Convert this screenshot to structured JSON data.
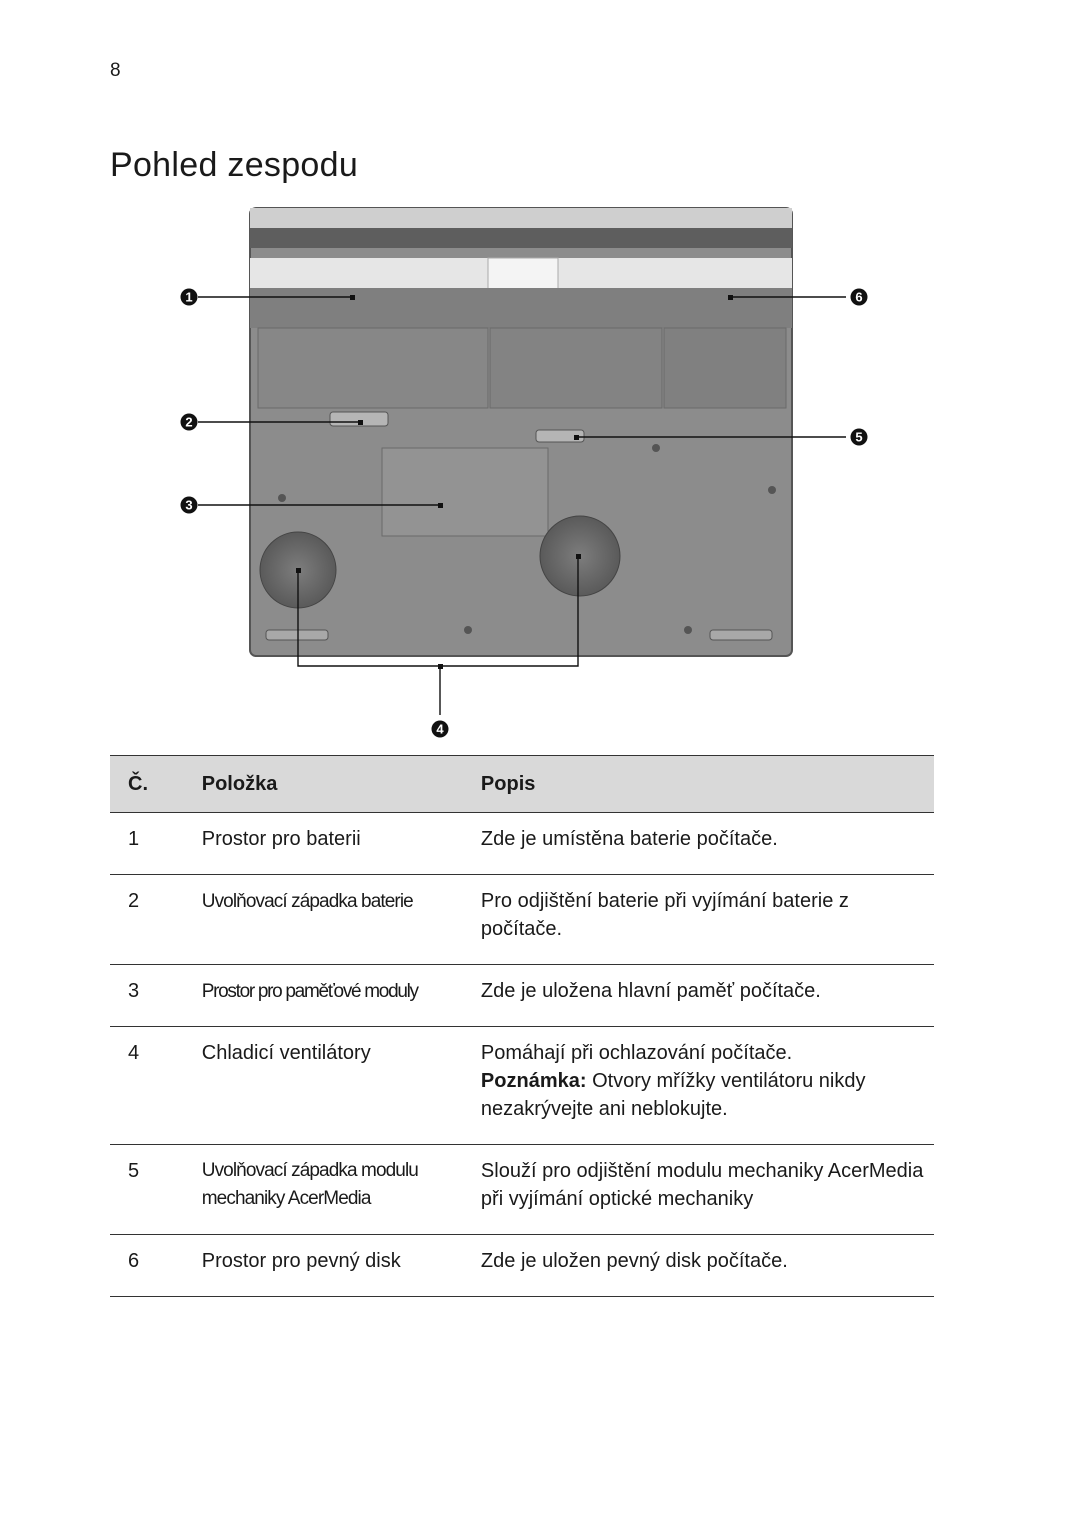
{
  "page": {
    "number": "8",
    "title": "Pohled  zespodu"
  },
  "figure": {
    "callouts": [
      "1",
      "2",
      "3",
      "4",
      "5",
      "6"
    ]
  },
  "table": {
    "headers": {
      "num": "Č.",
      "item": "Položka",
      "desc": "Popis"
    },
    "rows": [
      {
        "num": "1",
        "item": "Prostor pro baterii",
        "desc": "Zde je umístěna baterie počítače."
      },
      {
        "num": "2",
        "item": "Uvolňovací západka baterie",
        "desc": "Pro odjištění baterie při vyjímání baterie z počítače."
      },
      {
        "num": "3",
        "item": "Prostor pro paměťové moduly",
        "desc": "Zde je uložena hlavní paměť počítače."
      },
      {
        "num": "4",
        "item": "Chladicí  ventilátory",
        "desc": "Pomáhají při ochlazování počítače.",
        "note_label": "Poznámka:",
        "note": " Otvory mřížky ventilátoru nikdy nezakrývejte ani neblokujte."
      },
      {
        "num": "5",
        "item": "Uvolňovací západka modulu mechaniky AcerMedia",
        "desc": "Slouží pro odjištění modulu mechaniky AcerMedia při vyjímání optické mechaniky"
      },
      {
        "num": "6",
        "item": "Prostor pro pevný disk",
        "desc": "Zde je uložen pevný disk počítače."
      }
    ]
  }
}
